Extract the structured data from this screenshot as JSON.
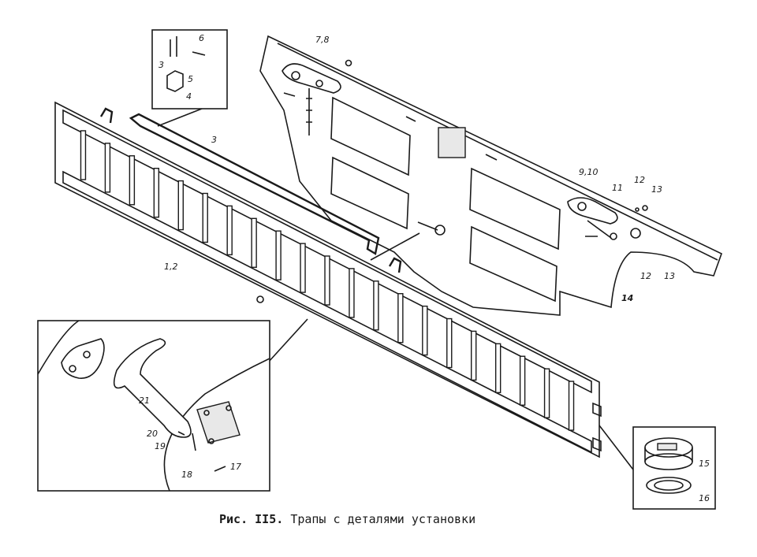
{
  "figure": {
    "caption_number": "Рис. II5.",
    "caption_text": "Трапы с деталями установки"
  },
  "callouts": {
    "inset_top": [
      "3",
      "6",
      "5",
      "4"
    ],
    "ramp": [
      "3",
      "1,2"
    ],
    "board": [
      "7,8",
      "9,10",
      "11",
      "12",
      "13",
      "12",
      "13",
      "14"
    ],
    "inset_handle": [
      "21",
      "20",
      "19",
      "18",
      "17"
    ],
    "inset_plug": [
      "15",
      "16"
    ]
  }
}
